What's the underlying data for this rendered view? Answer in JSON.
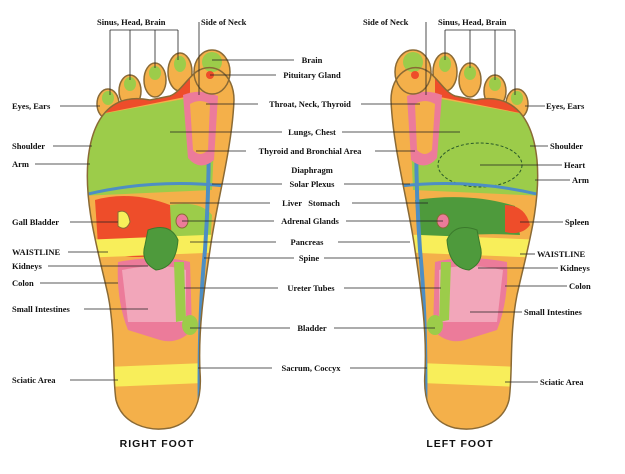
{
  "colors": {
    "orange": "#f4b04a",
    "red": "#ee4d2a",
    "green": "#9ccc4a",
    "dark_green": "#4e9a3c",
    "yellow": "#f8ee5a",
    "blue": "#4d8ec4",
    "pink": "#ec7b9a",
    "outline": "#8a6a35"
  },
  "captions": {
    "right_foot": "RIGHT FOOT",
    "left_foot": "LEFT FOOT"
  },
  "labels": {
    "sinus_head_brain_r": "Sinus, Head, Brain",
    "side_of_neck_r": "Side of Neck",
    "eyes_ears_r": "Eyes, Ears",
    "shoulder_r": "Shoulder",
    "arm_r": "Arm",
    "gall_bladder": "Gall Bladder",
    "waistline_r": "WAISTLINE",
    "kidneys_r": "Kidneys",
    "colon_r": "Colon",
    "small_intestines_r": "Small Intestines",
    "sciatic_area_r": "Sciatic Area",
    "brain": "Brain",
    "pituitary_gland": "Pituitary Gland",
    "throat_neck_thyroid": "Throat, Neck, Thyroid",
    "lungs_chest": "Lungs, Chest",
    "thyroid_bronchial": "Thyroid and Bronchial Area",
    "diaphragm": "Diaphragm",
    "solar_plexus": "Solar Plexus",
    "liver_stomach": "Liver   Stomach",
    "adrenal_glands": "Adrenal Glands",
    "pancreas": "Pancreas",
    "spine": "Spine",
    "ureter_tubes": "Ureter Tubes",
    "bladder": "Bladder",
    "sacrum_coccyx": "Sacrum, Coccyx",
    "side_of_neck_l": "Side of Neck",
    "sinus_head_brain_l": "Sinus, Head, Brain",
    "eyes_ears_l": "Eyes, Ears",
    "shoulder_l": "Shoulder",
    "heart": "Heart",
    "arm_l": "Arm",
    "spleen": "Spleen",
    "waistline_l": "WAISTLINE",
    "kidneys_l": "Kidneys",
    "colon_l": "Colon",
    "small_intestines_l": "Small Intestines",
    "sciatic_area_l": "Sciatic Area"
  }
}
